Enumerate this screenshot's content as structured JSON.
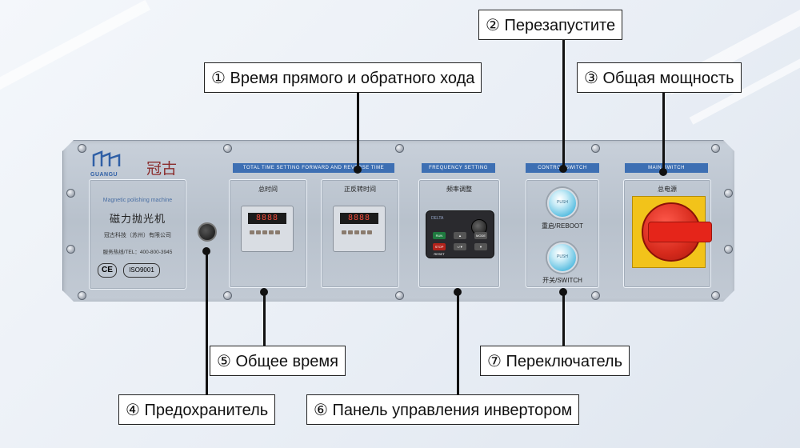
{
  "brand": {
    "logo_text": "GUANGU",
    "logo_cn": "冠古",
    "machine_en": "Magnetic polishing machine",
    "machine_cn": "磁力抛光机",
    "company": "冠古科技（苏州）有限公司",
    "hotline": "服务热线/TEL：400-800-3945",
    "cert_ce": "CE",
    "cert_iso": "ISO9001"
  },
  "panel": {
    "time_setting_label": "TOTAL TIME SETTING   FORWARD AND REVERSE TIME",
    "total_time_cn": "总时间",
    "fwd_rev_cn": "正反转时间",
    "timer_display": "8888",
    "frequency_label": "FREQUENCY  SETTING",
    "frequency_cn": "频率调整",
    "inverter_logo": "DELTA",
    "inverter_keys": [
      "RUN",
      "▲",
      "MODE",
      "STOP RESET",
      "</▼",
      "▼"
    ],
    "control_label": "CONTROL SWITCH",
    "reboot_label": "重启/REBOOT",
    "switch_label": "开关/SWITCH",
    "button_text": "PUSH",
    "main_switch_label": "MAIN SWITCH",
    "main_power_cn": "总电源"
  },
  "callouts": {
    "c1": "① Время прямого и обратного хода",
    "c2": "② Перезапустите",
    "c3": "③ Общая мощность",
    "c4": "④ Предохранитель",
    "c5": "⑤ Общее время",
    "c6": "⑥ Панель управления инвертором",
    "c7": "⑦ Переключатель"
  }
}
